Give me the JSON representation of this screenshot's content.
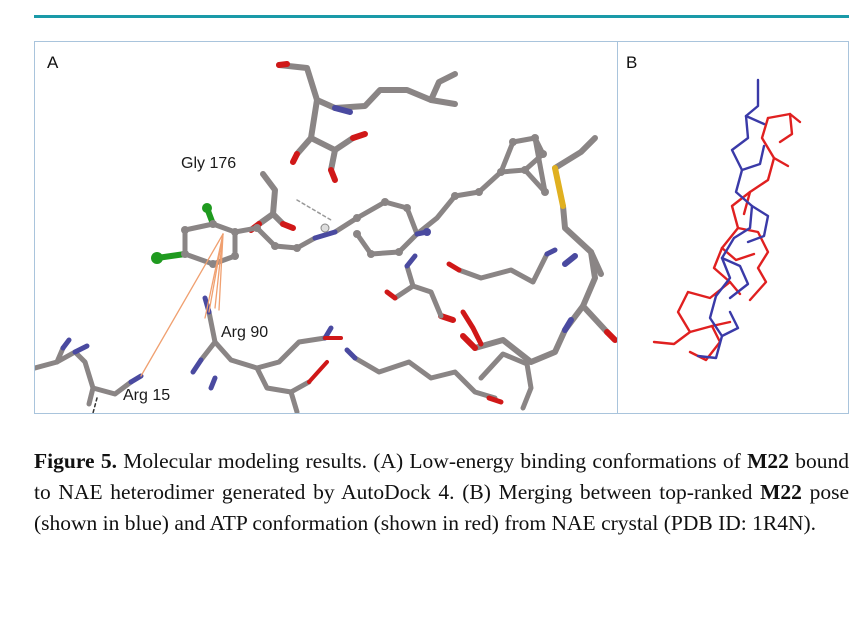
{
  "figure": {
    "panel_a_label": "A",
    "panel_b_label": "B",
    "residues": {
      "gly176": "Gly 176",
      "arg90": "Arg 90",
      "arg15": "Arg 15"
    },
    "colors": {
      "accent_rule": "#1a9aa8",
      "panel_border": "#a9c4dc",
      "carbon": "#8a8585",
      "nitrogen": "#4a4aa0",
      "oxygen": "#d01818",
      "sulfur": "#e0b020",
      "chlorine": "#2aa02a",
      "hbond": "#f0a070",
      "m22_pose": "#3a3aa8",
      "atp_pose": "#e02020"
    }
  },
  "caption": {
    "figure_label": "Figure 5.",
    "part1": " Molecular modeling results. (A) Low-energy binding conformations of ",
    "compound1": "M22",
    "part2": " bound to NAE heterodimer generated by AutoDock 4. (B) Merging between top-ranked ",
    "compound2": "M22",
    "part3": " pose (shown in blue) and ATP conformation (shown in red) from NAE crystal (PDB ID: 1R4N)."
  }
}
